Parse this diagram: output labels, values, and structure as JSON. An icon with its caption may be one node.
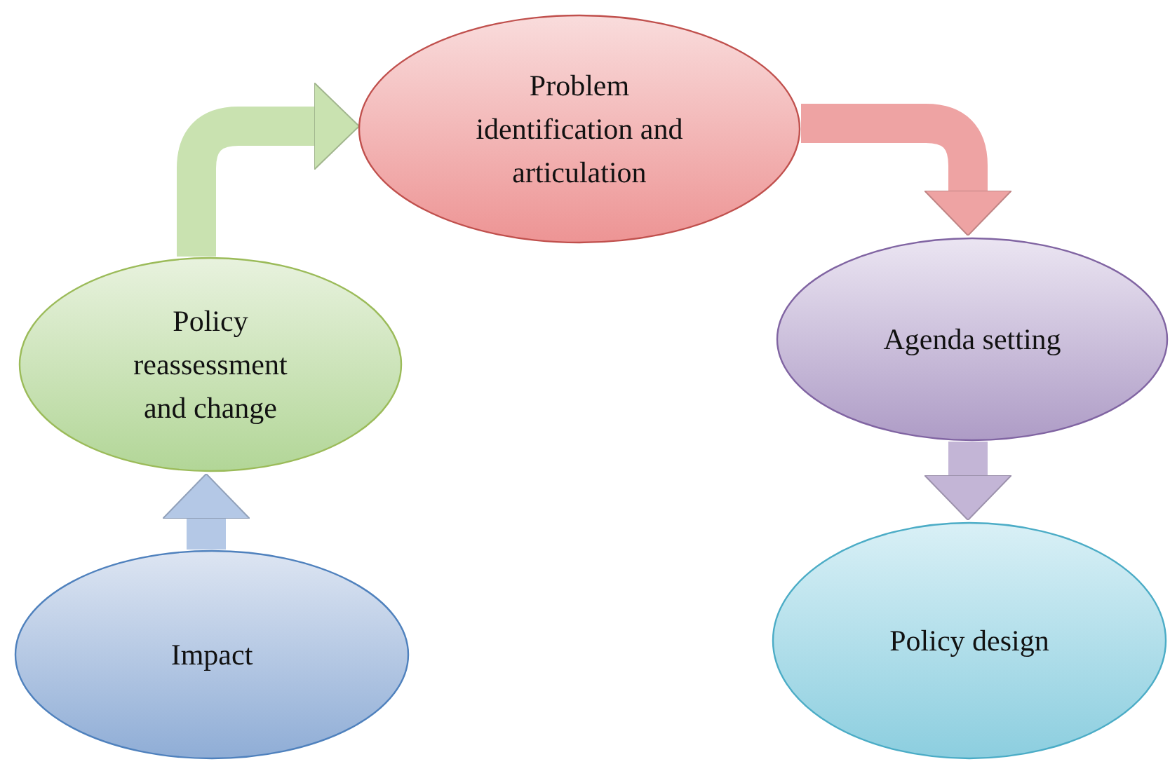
{
  "diagram": {
    "nodes": [
      {
        "text": [
          "Problem identification and articulation"
        ]
      },
      {
        "text": [
          "Agenda setting"
        ]
      },
      {
        "text": [
          "Policy design"
        ]
      },
      {
        "text": [
          "Impact"
        ]
      },
      {
        "text": [
          "Policy reassessment and change"
        ]
      }
    ],
    "edges": [
      {
        "from": 0,
        "to": 1,
        "arrow": "to",
        "color": "#eea3a3"
      },
      {
        "from": 1,
        "to": 2,
        "arrow": "to",
        "color": "#c3b5d6"
      },
      {
        "from": 3,
        "to": 4,
        "arrow": "to",
        "color": "#b4c8e6"
      },
      {
        "from": 4,
        "to": 0,
        "arrow": "to",
        "color": "#c9e2b0"
      }
    ]
  }
}
